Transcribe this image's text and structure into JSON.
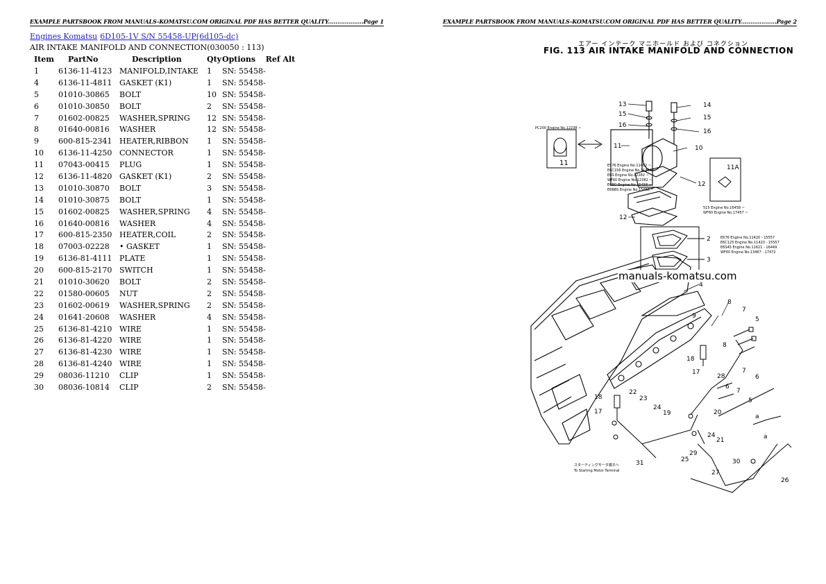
{
  "header": {
    "left_text": "EXAMPLE PARTSBOOK FROM MANUALS-KOMATSU.COM ORIGINAL PDF HAS BETTER QUALITY...................",
    "left_page": "Page 1",
    "right_text": "EXAMPLE PARTSBOOK FROM MANUALS-KOMATSU.COM ORIGINAL PDF HAS BETTER QUALITY...................",
    "right_page": "Page 2"
  },
  "breadcrumb": {
    "link1": "Engines Komatsu",
    "link2": "6D105-1V S/N 55458-UP(6d105-dc)"
  },
  "section_title": "AIR INTAKE MANIFOLD AND CONNECTION(030050 : 113)",
  "table": {
    "headers": {
      "item": "Item",
      "partno": "PartNo",
      "desc": "Description",
      "qty": "Qty",
      "options": "Options",
      "refalt": "Ref Alt"
    },
    "rows": [
      {
        "item": "1",
        "partno": "6136-11-4123",
        "desc": "MANIFOLD,INTAKE",
        "qty": "1",
        "options": "SN: 55458-"
      },
      {
        "item": "4",
        "partno": "6136-11-4811",
        "desc": "GASKET (K1)",
        "qty": "1",
        "options": "SN: 55458-"
      },
      {
        "item": "5",
        "partno": "01010-30865",
        "desc": "BOLT",
        "qty": "10",
        "options": "SN: 55458-"
      },
      {
        "item": "6",
        "partno": "01010-30850",
        "desc": "BOLT",
        "qty": "2",
        "options": "SN: 55458-"
      },
      {
        "item": "7",
        "partno": "01602-00825",
        "desc": "WASHER,SPRING",
        "qty": "12",
        "options": "SN: 55458-"
      },
      {
        "item": "8",
        "partno": "01640-00816",
        "desc": "WASHER",
        "qty": "12",
        "options": "SN: 55458-"
      },
      {
        "item": "9",
        "partno": "600-815-2341",
        "desc": "HEATER,RIBBON",
        "qty": "1",
        "options": "SN: 55458-"
      },
      {
        "item": "10",
        "partno": "6136-11-4250",
        "desc": "CONNECTOR",
        "qty": "1",
        "options": "SN: 55458-"
      },
      {
        "item": "11",
        "partno": "07043-00415",
        "desc": "PLUG",
        "qty": "1",
        "options": "SN: 55458-"
      },
      {
        "item": "12",
        "partno": "6136-11-4820",
        "desc": "GASKET (K1)",
        "qty": "2",
        "options": "SN: 55458-"
      },
      {
        "item": "13",
        "partno": "01010-30870",
        "desc": "BOLT",
        "qty": "3",
        "options": "SN: 55458-"
      },
      {
        "item": "14",
        "partno": "01010-30875",
        "desc": "BOLT",
        "qty": "1",
        "options": "SN: 55458-"
      },
      {
        "item": "15",
        "partno": "01602-00825",
        "desc": "WASHER,SPRING",
        "qty": "4",
        "options": "SN: 55458-"
      },
      {
        "item": "16",
        "partno": "01640-00816",
        "desc": "WASHER",
        "qty": "4",
        "options": "SN: 55458-"
      },
      {
        "item": "17",
        "partno": "600-815-2350",
        "desc": "HEATER,COIL",
        "qty": "2",
        "options": "SN: 55458-"
      },
      {
        "item": "18",
        "partno": "07003-02228",
        "desc": "• GASKET",
        "qty": "1",
        "options": "SN: 55458-"
      },
      {
        "item": "19",
        "partno": "6136-81-4111",
        "desc": "PLATE",
        "qty": "1",
        "options": "SN: 55458-"
      },
      {
        "item": "20",
        "partno": "600-815-2170",
        "desc": "SWITCH",
        "qty": "1",
        "options": "SN: 55458-"
      },
      {
        "item": "21",
        "partno": "01010-30620",
        "desc": "BOLT",
        "qty": "2",
        "options": "SN: 55458-"
      },
      {
        "item": "22",
        "partno": "01580-00605",
        "desc": "NUT",
        "qty": "2",
        "options": "SN: 55458-"
      },
      {
        "item": "23",
        "partno": "01602-00619",
        "desc": "WASHER,SPRING",
        "qty": "2",
        "options": "SN: 55458-"
      },
      {
        "item": "24",
        "partno": "01641-20608",
        "desc": "WASHER",
        "qty": "4",
        "options": "SN: 55458-"
      },
      {
        "item": "25",
        "partno": "6136-81-4210",
        "desc": "WIRE",
        "qty": "1",
        "options": "SN: 55458-"
      },
      {
        "item": "26",
        "partno": "6136-81-4220",
        "desc": "WIRE",
        "qty": "1",
        "options": "SN: 55458-"
      },
      {
        "item": "27",
        "partno": "6136-81-4230",
        "desc": "WIRE",
        "qty": "1",
        "options": "SN: 55458-"
      },
      {
        "item": "28",
        "partno": "6136-81-4240",
        "desc": "WIRE",
        "qty": "1",
        "options": "SN: 55458-"
      },
      {
        "item": "29",
        "partno": "08036-11210",
        "desc": "CLIP",
        "qty": "1",
        "options": "SN: 55458-"
      },
      {
        "item": "30",
        "partno": "08036-10814",
        "desc": "CLIP",
        "qty": "2",
        "options": "SN: 55458-"
      }
    ]
  },
  "figure": {
    "jp_title": "エアー インテーク マニホールド および コネクション",
    "title": "FIG. 113  AIR INTAKE MANIFOLD AND CONNECTION",
    "watermark": "manuals-komatsu.com",
    "callouts": [
      "13",
      "14",
      "15",
      "15",
      "16",
      "16",
      "11",
      "10",
      "11A",
      "12",
      "12",
      "2",
      "3",
      "4",
      "9",
      "8",
      "7",
      "5",
      "8",
      "7",
      "6",
      "18",
      "17",
      "28",
      "18",
      "22",
      "23",
      "24",
      "19",
      "6",
      "7",
      "5",
      "17",
      "20",
      "24",
      "21",
      "25",
      "29",
      "31",
      "27",
      "30",
      "26",
      "a",
      "a"
    ],
    "note_left": "PC200 Engine No.12238 ~",
    "note_serials": [
      "E576 Engine No.11462 ~",
      "E6C156 Engine No.11364 ~",
      "E6S Engine No.12282 ~",
      "WF60 Engine No.12382 ~",
      "E6BD Engine No.15458 ~",
      "E6BBS Engine No.15468 ~"
    ],
    "note_11a": [
      "515 Engine No.16458 ~",
      "WF60 Engine No.17457 ~"
    ],
    "note_gasket": [
      "E676 Engine No.11420 - 15557",
      "E6C125 Engine No.11420 - 15557",
      "E6S45 Engine No.11621 - 16449",
      "WF60 Engine No.13467 - 17472"
    ],
    "note_bottom": [
      "スターティングモータ端子へ",
      "To Starting Motor Terminal"
    ]
  }
}
